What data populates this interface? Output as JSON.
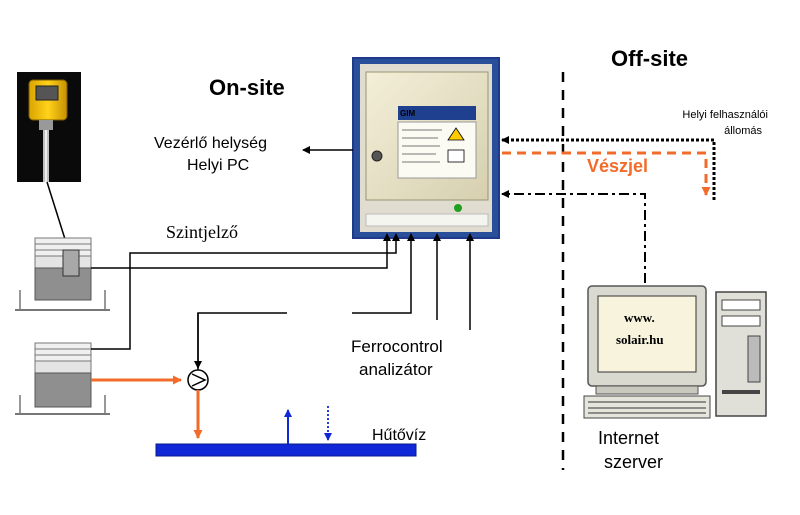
{
  "labels": {
    "on_site": "On-site",
    "off_site": "Off-site",
    "control_room_line1": "Vezérlő helység",
    "control_room_line2": "Helyi PC",
    "local_user_line1": "Helyi felhasználói",
    "local_user_line2": "állomás",
    "alarm": "Vészjel",
    "level_sensor": "Szintjelző",
    "analyzer_line1": "Ferrocontrol",
    "analyzer_line2": "analizátor",
    "cooling_water": "Hűtővíz",
    "server_line1": "Internet",
    "server_line2": "szerver",
    "website_line1": "www.",
    "website_line2": "solair.hu",
    "cabinet_brand": "GIM"
  },
  "colors": {
    "alarm": "#f26b2a",
    "pipe": "#f26b2a",
    "cooling_bar": "#1028d8",
    "cabinet_border": "#1e3a8a",
    "cabinet_body": "#e9e4c8",
    "arrow_up": "#1028d8"
  }
}
